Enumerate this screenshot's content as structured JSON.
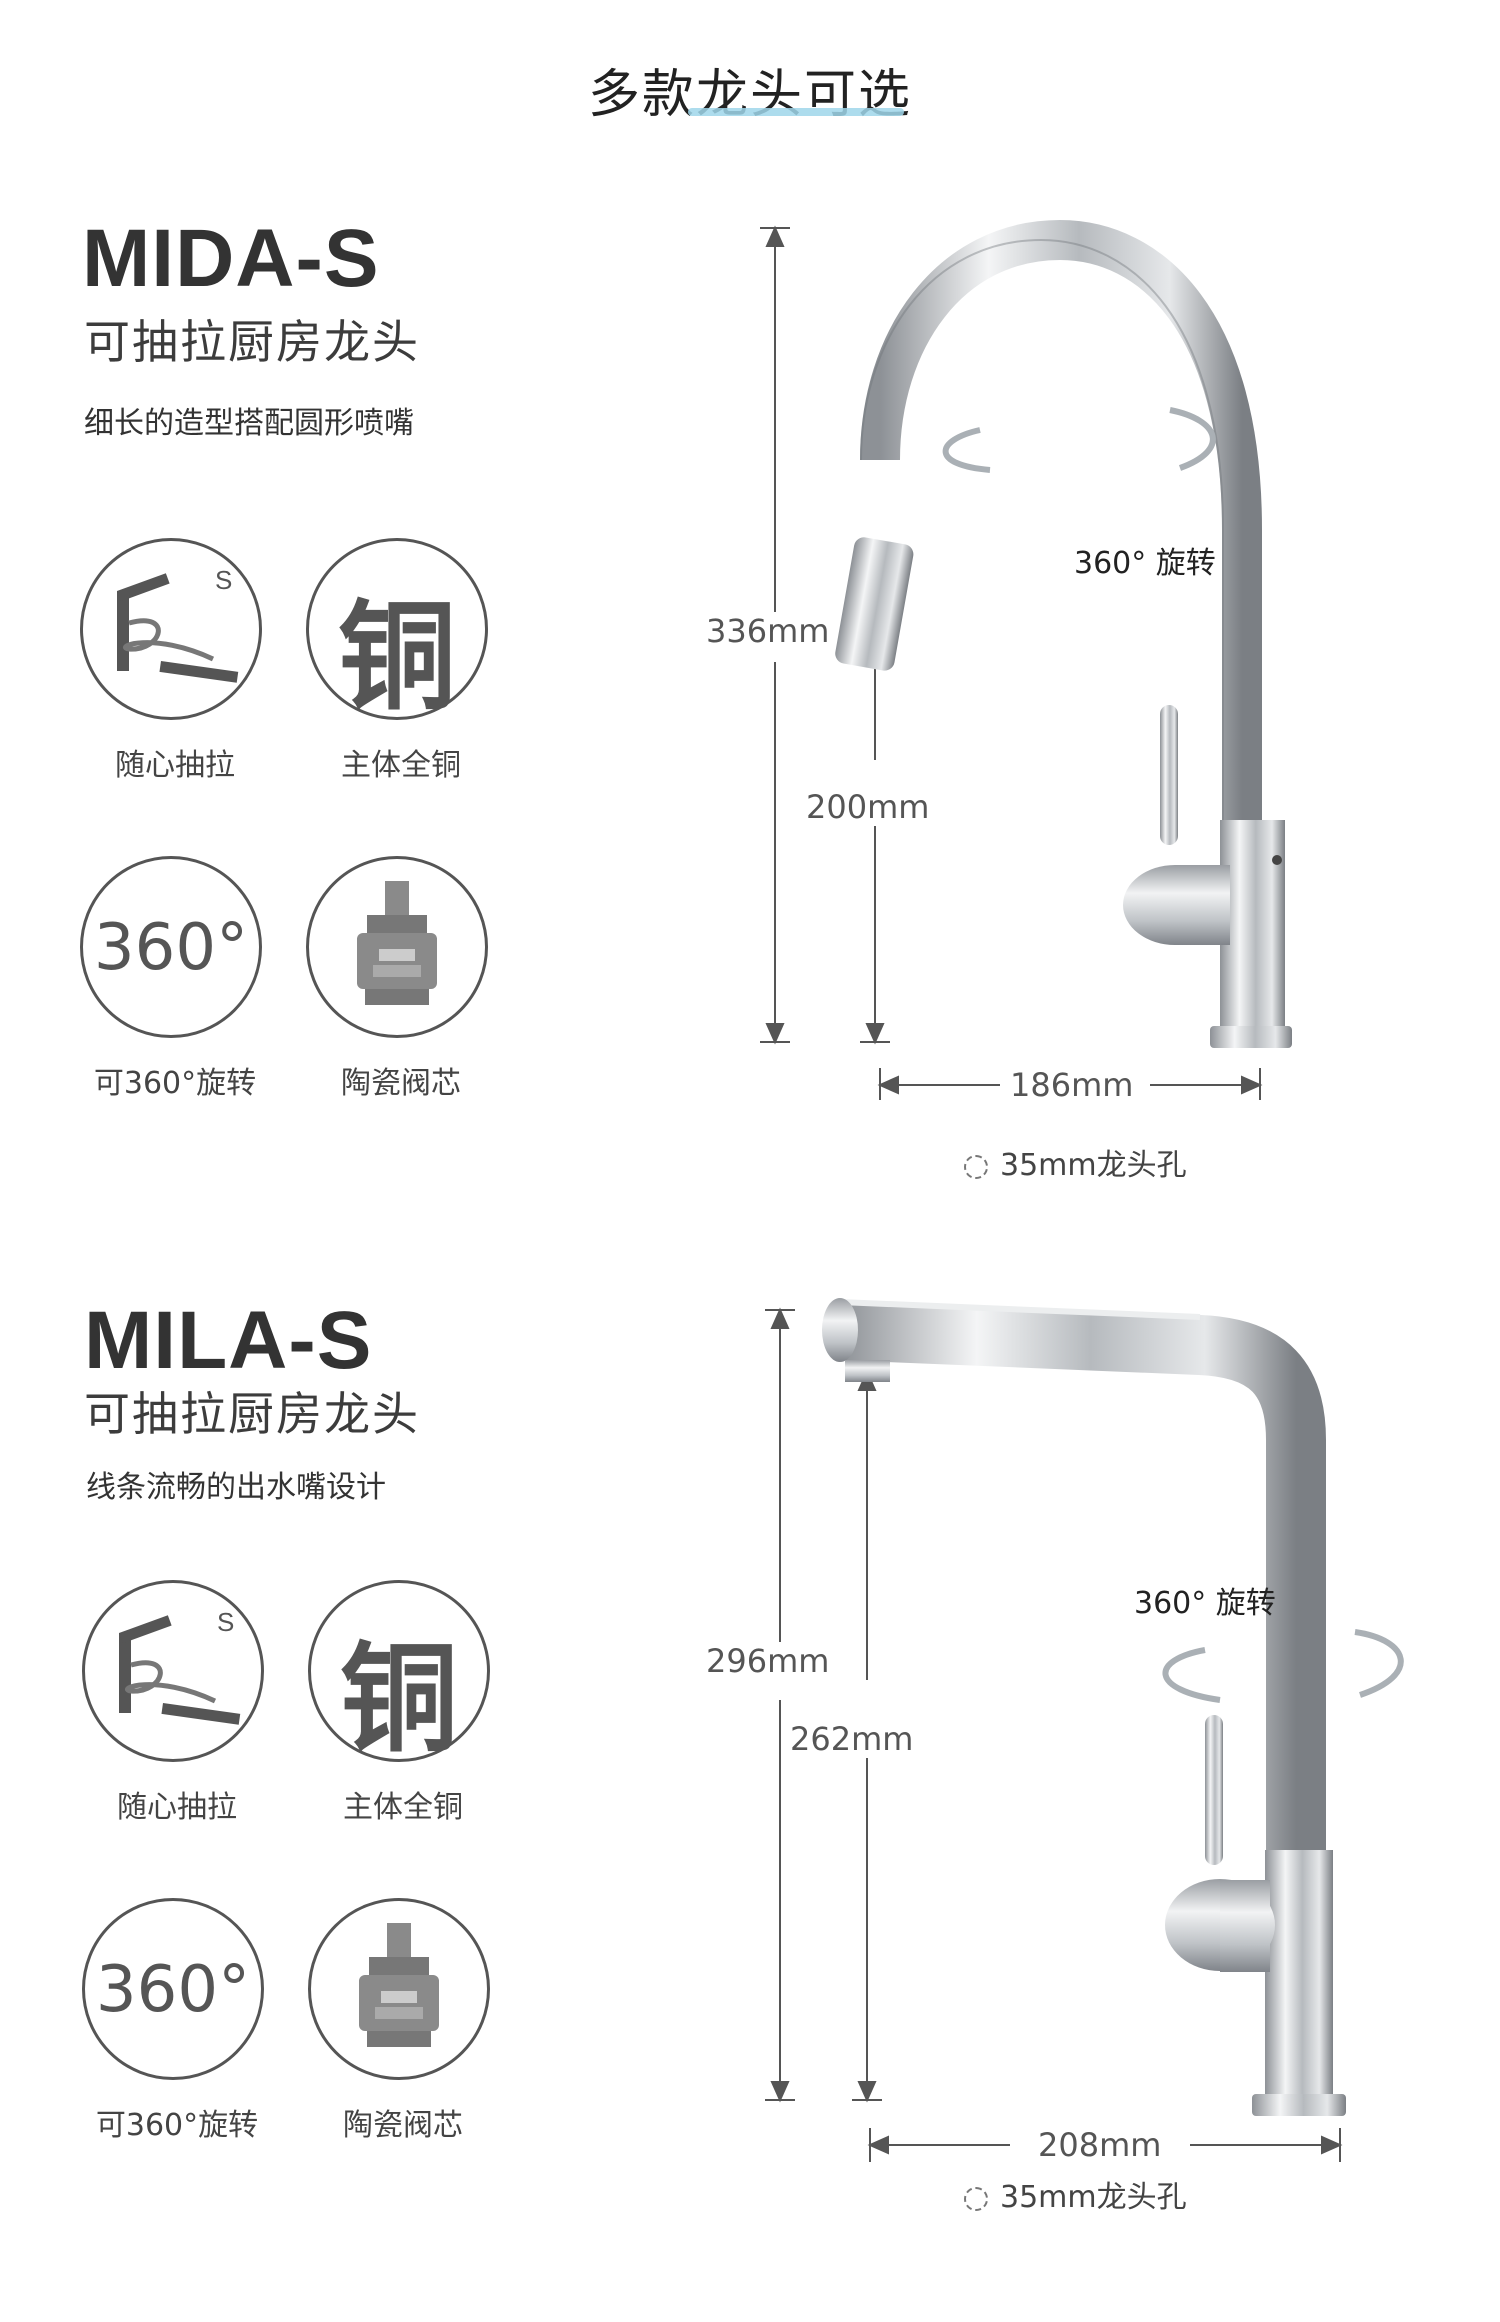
{
  "page": {
    "title": "多款龙头可选"
  },
  "products": [
    {
      "name": "MIDA-S",
      "subtitle": "可抽拉厨房龙头",
      "description": "细长的造型搭配圆形喷嘴",
      "features": [
        {
          "label": "随心抽拉",
          "icon": "pull-out-faucet-icon"
        },
        {
          "label": "主体全铜",
          "icon": "copper-icon",
          "icon_text": "铜"
        },
        {
          "label": "可360°旋转",
          "icon": "rotate-360-icon",
          "icon_text": "360°"
        },
        {
          "label": "陶瓷阀芯",
          "icon": "ceramic-valve-icon"
        }
      ],
      "dimensions": {
        "total_height": "336mm",
        "spout_height": "200mm",
        "reach": "186mm"
      },
      "rotation_label": "360° 旋转",
      "hole_label": "35mm龙头孔"
    },
    {
      "name": "MILA-S",
      "subtitle": "可抽拉厨房龙头",
      "description": "线条流畅的出水嘴设计",
      "features": [
        {
          "label": "随心抽拉",
          "icon": "pull-out-faucet-icon"
        },
        {
          "label": "主体全铜",
          "icon": "copper-icon",
          "icon_text": "铜"
        },
        {
          "label": "可360°旋转",
          "icon": "rotate-360-icon",
          "icon_text": "360°"
        },
        {
          "label": "陶瓷阀芯",
          "icon": "ceramic-valve-icon"
        }
      ],
      "dimensions": {
        "total_height": "296mm",
        "spout_height": "262mm",
        "reach": "208mm"
      },
      "rotation_label": "360° 旋转",
      "hole_label": "35mm龙头孔"
    }
  ],
  "colors": {
    "accent_underline": "#9fd6ea",
    "text_dark": "#333333",
    "chrome": "#c8ccd0"
  }
}
